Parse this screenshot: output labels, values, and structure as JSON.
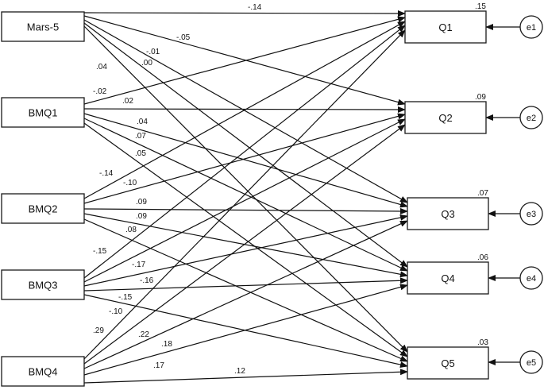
{
  "predictors": [
    {
      "id": "mars5",
      "label": "Mars-5"
    },
    {
      "id": "bmq1",
      "label": "BMQ1"
    },
    {
      "id": "bmq2",
      "label": "BMQ2"
    },
    {
      "id": "bmq3",
      "label": "BMQ3"
    },
    {
      "id": "bmq4",
      "label": "BMQ4"
    }
  ],
  "outcomes": [
    {
      "id": "q1",
      "label": "Q1",
      "r2": ".15",
      "error": "e1"
    },
    {
      "id": "q2",
      "label": "Q2",
      "r2": ".09",
      "error": "e2"
    },
    {
      "id": "q3",
      "label": "Q3",
      "r2": ".07",
      "error": "e3"
    },
    {
      "id": "q4",
      "label": "Q4",
      "r2": ".06",
      "error": "e4"
    },
    {
      "id": "q5",
      "label": "Q5",
      "r2": ".03",
      "error": "e5"
    }
  ],
  "paths": [
    {
      "from": "mars5",
      "to": "q1",
      "coef": "-.14"
    },
    {
      "from": "mars5",
      "to": "q2",
      "coef": "-.05"
    },
    {
      "from": "mars5",
      "to": "q3",
      "coef": "-.01"
    },
    {
      "from": "mars5",
      "to": "q4",
      "coef": ".00"
    },
    {
      "from": "mars5",
      "to": "q5",
      "coef": ".04"
    },
    {
      "from": "bmq1",
      "to": "q1",
      "coef": "-.02"
    },
    {
      "from": "bmq1",
      "to": "q2",
      "coef": ".02"
    },
    {
      "from": "bmq1",
      "to": "q3",
      "coef": ".04"
    },
    {
      "from": "bmq1",
      "to": "q4",
      "coef": ".07"
    },
    {
      "from": "bmq1",
      "to": "q5",
      "coef": ".05"
    },
    {
      "from": "bmq2",
      "to": "q1",
      "coef": "-.14"
    },
    {
      "from": "bmq2",
      "to": "q2",
      "coef": "-.10"
    },
    {
      "from": "bmq2",
      "to": "q3",
      "coef": ".09"
    },
    {
      "from": "bmq2",
      "to": "q4",
      "coef": ".09"
    },
    {
      "from": "bmq2",
      "to": "q5",
      "coef": ".08"
    },
    {
      "from": "bmq3",
      "to": "q1",
      "coef": "-.15"
    },
    {
      "from": "bmq3",
      "to": "q2",
      "coef": "-.17"
    },
    {
      "from": "bmq3",
      "to": "q3",
      "coef": "-.16"
    },
    {
      "from": "bmq3",
      "to": "q4",
      "coef": "-.15"
    },
    {
      "from": "bmq3",
      "to": "q5",
      "coef": "-.10"
    },
    {
      "from": "bmq4",
      "to": "q1",
      "coef": ".29"
    },
    {
      "from": "bmq4",
      "to": "q2",
      "coef": ".22"
    },
    {
      "from": "bmq4",
      "to": "q3",
      "coef": ".18"
    },
    {
      "from": "bmq4",
      "to": "q4",
      "coef": ".17"
    },
    {
      "from": "bmq4",
      "to": "q5",
      "coef": ".12"
    }
  ]
}
